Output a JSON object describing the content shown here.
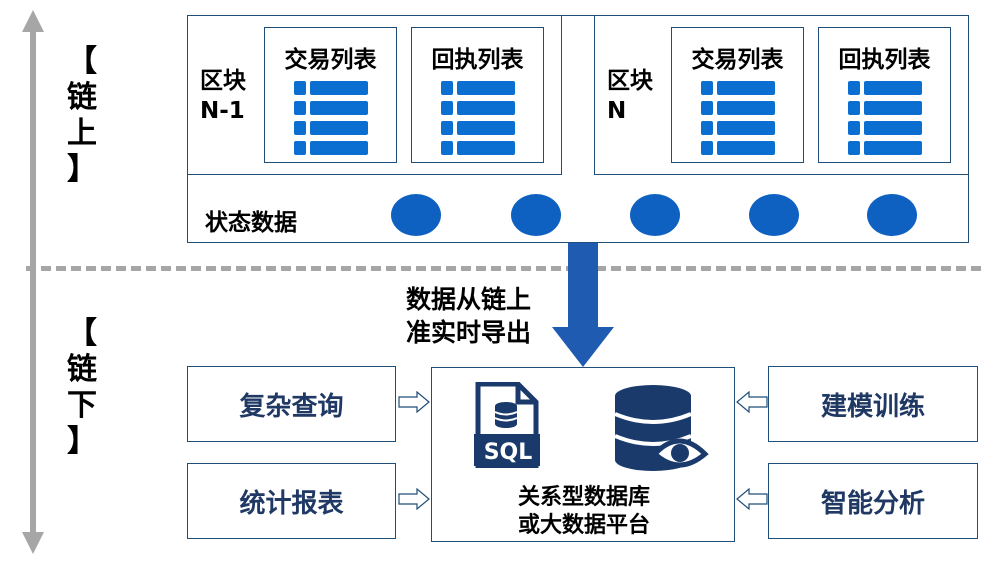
{
  "axis": {
    "onchain_label": [
      "【",
      "链",
      "上",
      "】"
    ],
    "offchain_label": [
      "【",
      "链",
      "下",
      "】"
    ]
  },
  "onchain": {
    "blocks": [
      {
        "label_line1": "区块",
        "label_line2": "N-1",
        "tx_list": "交易列表",
        "receipt_list": "回执列表"
      },
      {
        "label_line1": "区块",
        "label_line2": "N",
        "tx_list": "交易列表",
        "receipt_list": "回执列表"
      }
    ],
    "state_label": "状态数据",
    "state_count": 5
  },
  "transfer": {
    "line1": "数据从链上",
    "line2": "准实时导出"
  },
  "offchain": {
    "left": [
      "复杂查询",
      "统计报表"
    ],
    "right": [
      "建模训练",
      "智能分析"
    ],
    "center": {
      "sql_label": "SQL",
      "line1": "关系型数据库",
      "line2": "或大数据平台"
    }
  },
  "colors": {
    "border": "#1f4e79",
    "list_icon": "#0b6fd1",
    "circle": "#0e61c0",
    "arrow": "#1f5bb0",
    "db_icon": "#1a3a6b",
    "side_text": "#1f3864",
    "axis": "#a6a6a6"
  }
}
